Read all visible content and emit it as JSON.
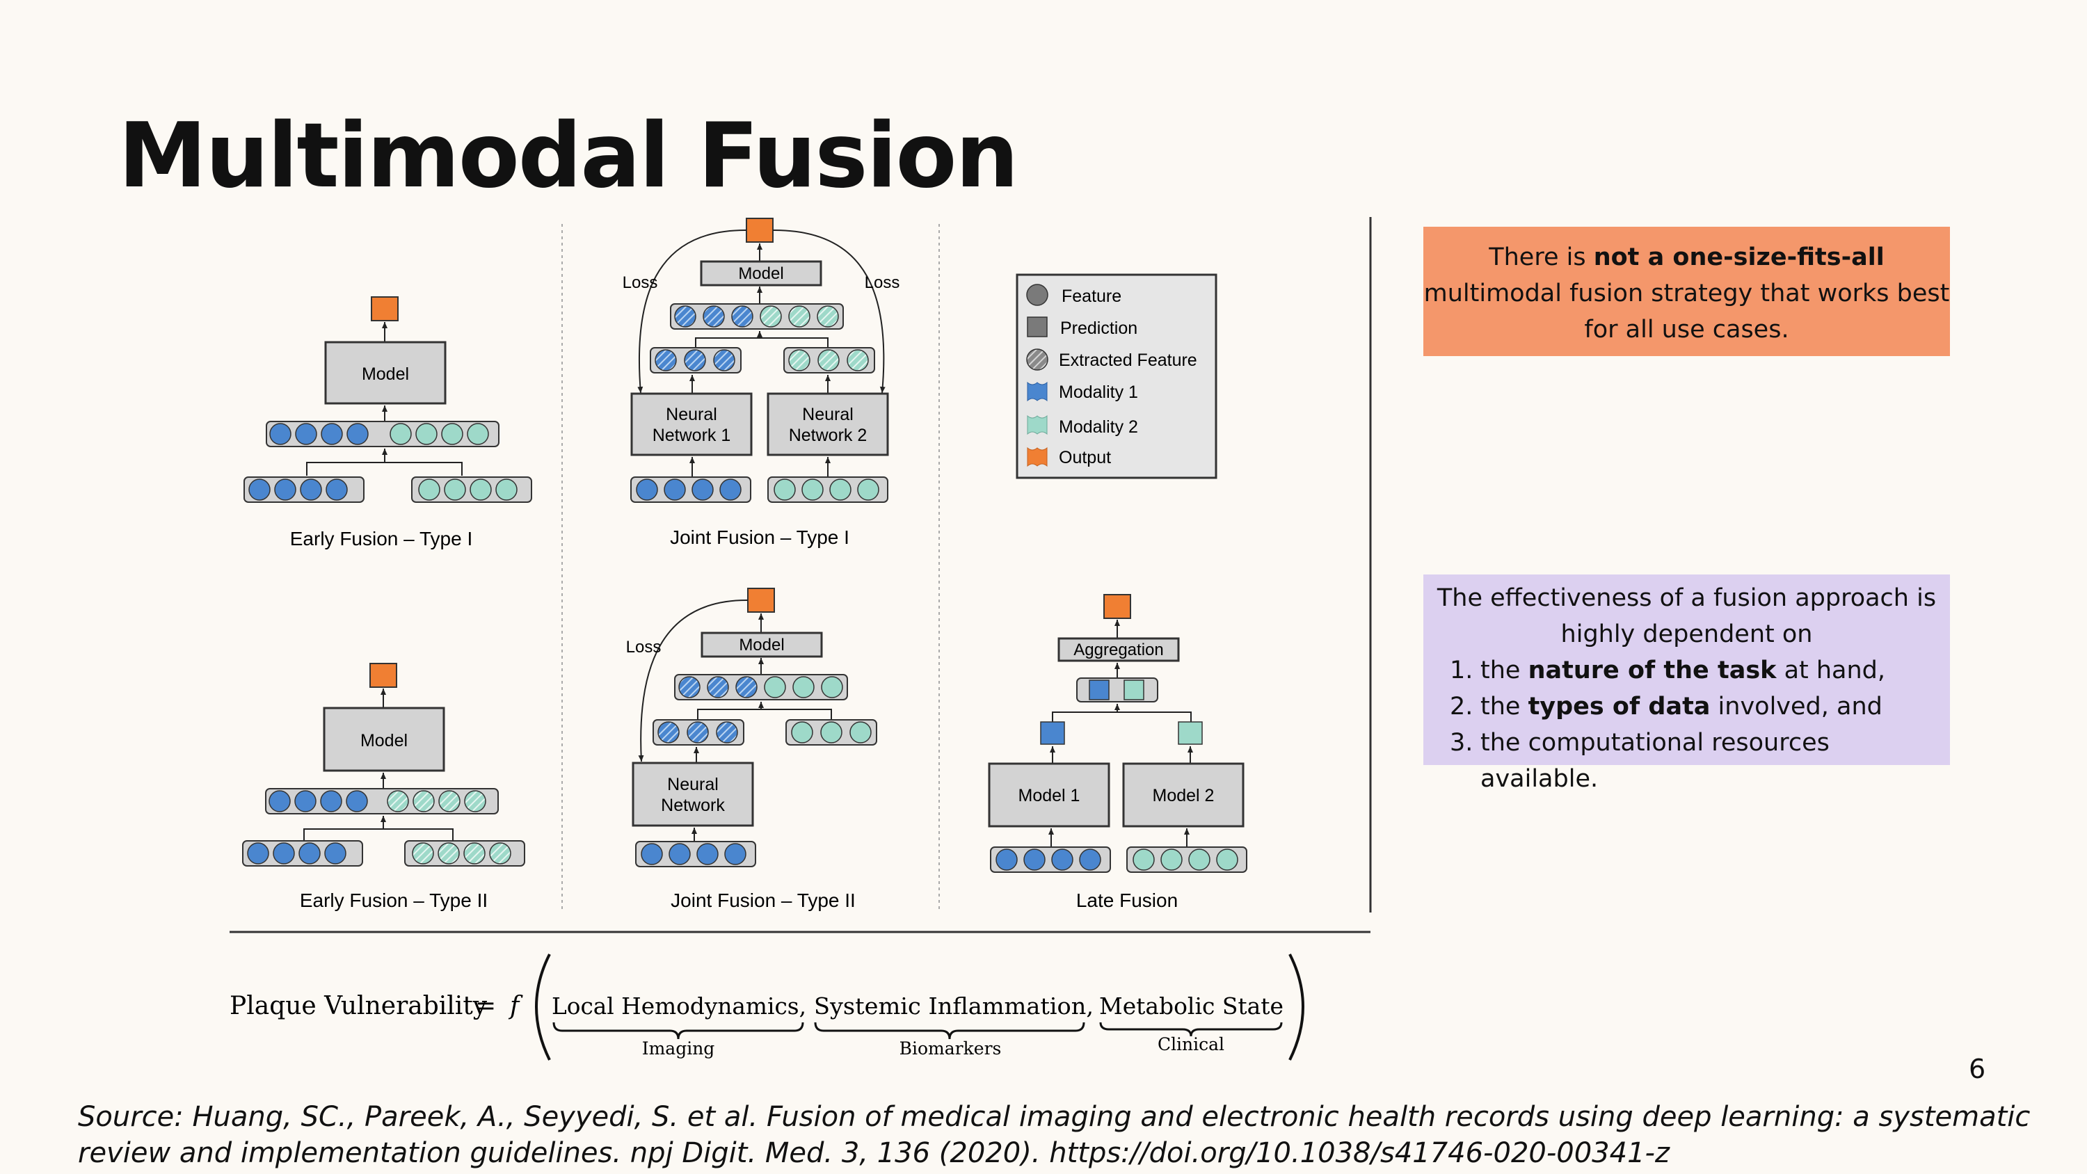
{
  "slide": {
    "title": "Multimodal Fusion",
    "page_number": "6",
    "source": "Source: Huang, SC., Pareek, A., Seyyedi, S. et al. Fusion of medical imaging and electronic health records using deep learning: a systematic review and implementation guidelines. npj Digit. Med. 3, 136 (2020). https://doi.org/10.1038/s41746-020-00341-z"
  },
  "colors": {
    "background": "#fcf9f4",
    "modality1": "#4a86cf",
    "modality2": "#9ed9c9",
    "output": "#f07f33",
    "box": "#d3d3d3",
    "callout_orange": "#f4976b",
    "callout_purple": "#dcd0f0"
  },
  "diagram": {
    "model_label": "Model",
    "loss_label": "Loss",
    "nn1_line1": "Neural",
    "nn1_line2": "Network 1",
    "nn2_line1": "Neural",
    "nn2_line2": "Network 2",
    "nn_line1": "Neural",
    "nn_line2": "Network",
    "aggregation_label": "Aggregation",
    "model1_label": "Model 1",
    "model2_label": "Model 2",
    "captions": {
      "early1": "Early Fusion – Type I",
      "joint1": "Joint Fusion – Type I",
      "early2": "Early Fusion – Type II",
      "joint2": "Joint Fusion – Type II",
      "late": "Late Fusion"
    },
    "legend": [
      {
        "label": "Feature",
        "icon": "circle-icon"
      },
      {
        "label": "Prediction",
        "icon": "square-icon"
      },
      {
        "label": "Extracted Feature",
        "icon": "hatched-circle-icon"
      },
      {
        "label": "Modality 1",
        "icon": "blue-flag-icon"
      },
      {
        "label": "Modality 2",
        "icon": "teal-flag-icon"
      },
      {
        "label": "Output",
        "icon": "orange-flag-icon"
      }
    ]
  },
  "equation": {
    "lhs": "Plaque Vulnerability",
    "equals": "=",
    "func": "f",
    "terms": [
      {
        "text": "Local Hemodynamics,",
        "brace_label": "Imaging"
      },
      {
        "text": "Systemic Inflammation,",
        "brace_label": "Biomarkers"
      },
      {
        "text": "Metabolic State",
        "brace_label": "Clinical"
      }
    ]
  },
  "callouts": {
    "orange": {
      "pre": "There is ",
      "bold": "not a one-size-fits-all",
      "post": "multimodal fusion strategy that works best for all use cases."
    },
    "purple": {
      "head": "The effectiveness of a fusion approach is highly dependent on",
      "items": [
        {
          "num": "1.",
          "pre": "the ",
          "bold": "nature of the task",
          "post": " at hand,"
        },
        {
          "num": "2.",
          "pre": "the ",
          "bold": "types of data",
          "post": " involved, and"
        },
        {
          "num": "3.",
          "pre": "the computational resources available.",
          "bold": "",
          "post": ""
        }
      ]
    }
  }
}
